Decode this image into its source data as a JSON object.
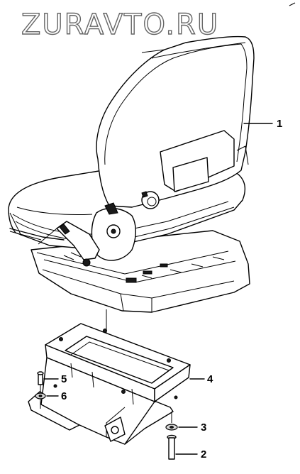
{
  "watermark": "ZURAVTO.RU",
  "callouts": [
    {
      "label": "1",
      "part": "seat"
    },
    {
      "label": "2",
      "part": "bolt"
    },
    {
      "label": "3",
      "part": "washer"
    },
    {
      "label": "4",
      "part": "seat-base-frame"
    },
    {
      "label": "5",
      "part": "screw"
    },
    {
      "label": "6",
      "part": "washer"
    }
  ]
}
